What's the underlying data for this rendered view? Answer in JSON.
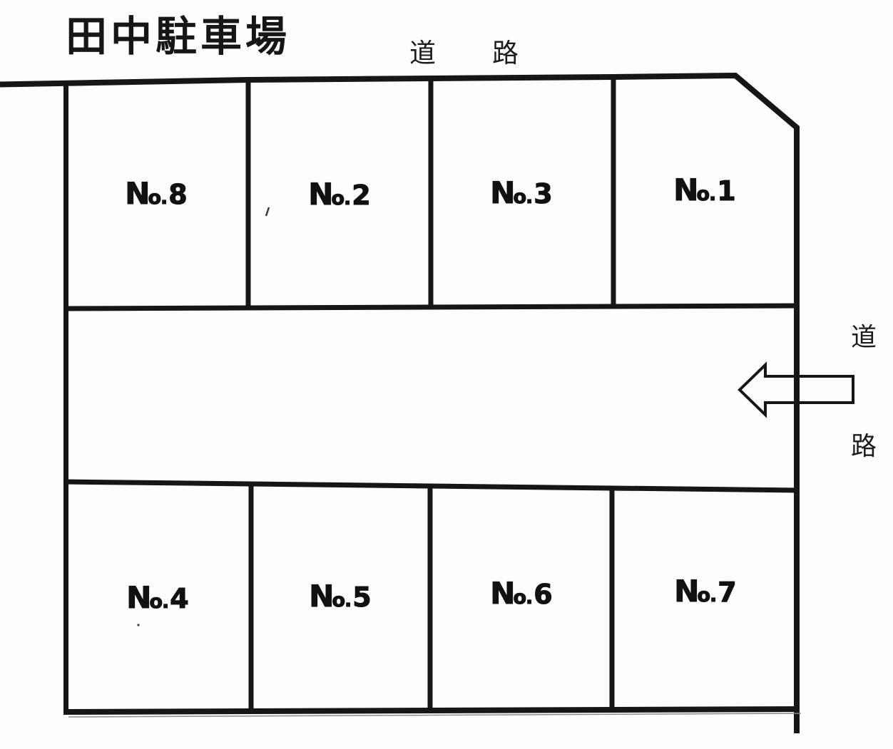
{
  "title": "田中駐車場",
  "road_labels": {
    "top": [
      "道",
      "路"
    ],
    "right": [
      "道",
      "路"
    ]
  },
  "spot_prefix": {
    "n": "N",
    "o": "o."
  },
  "spots": {
    "top_row": [
      "8",
      "2",
      "3",
      "1"
    ],
    "bottom_row": [
      "4",
      "5",
      "6",
      "7"
    ]
  },
  "colors": {
    "ink": "#161616",
    "paper": "#ffffff"
  }
}
